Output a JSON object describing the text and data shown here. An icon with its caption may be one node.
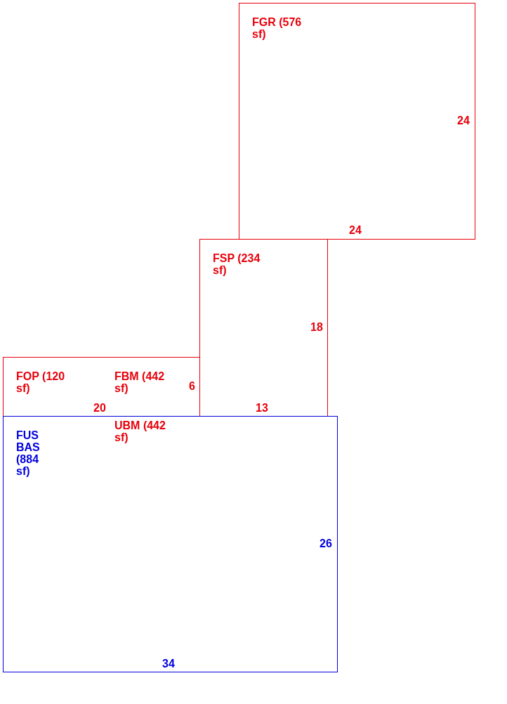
{
  "diagram": {
    "nodes": [
      {
        "text": [
          "FGR (576 sf)"
        ]
      },
      {
        "text": [
          "FSP (234 sf)"
        ]
      },
      {
        "text": [
          "FOP (120 sf)",
          "FBM (442 sf)"
        ]
      },
      {
        "text": [
          "FUS BAS (884 sf)",
          "UBM (442 sf)"
        ]
      }
    ],
    "labels": [
      "24",
      "24",
      "18",
      "6",
      "20",
      "13",
      "26",
      "34"
    ]
  }
}
